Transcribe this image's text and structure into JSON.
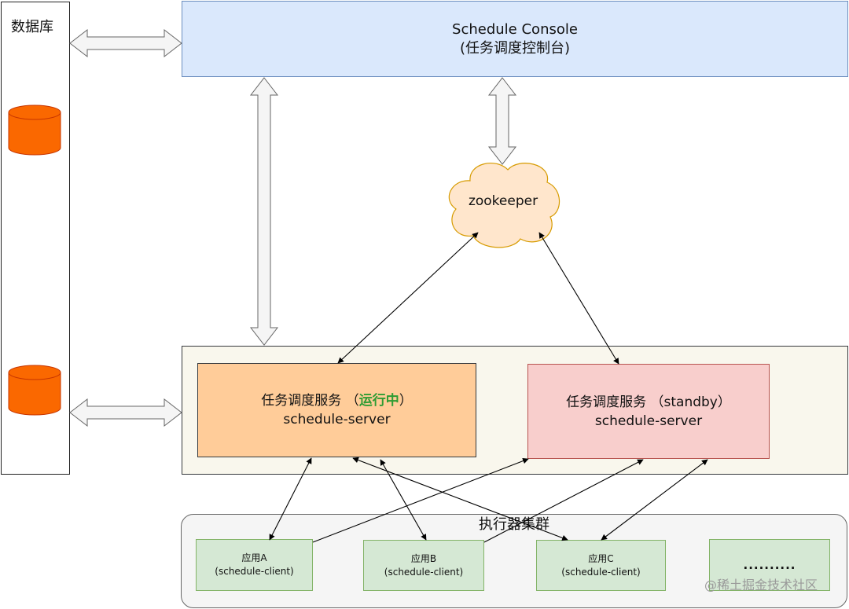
{
  "database": {
    "title": "数据库"
  },
  "console": {
    "title": "Schedule Console",
    "subtitle": "(任务调度控制台)"
  },
  "zookeeper": {
    "label": "zookeeper"
  },
  "servers": [
    {
      "name": "任务调度服务 （",
      "status": "运行中",
      "close": "）",
      "sub": "schedule-server"
    },
    {
      "name": "任务调度服务 （standby）",
      "sub": "schedule-server"
    }
  ],
  "cluster": {
    "title": "执行器集群",
    "apps": [
      {
        "name": "应用A",
        "sub": "(schedule-client)"
      },
      {
        "name": "应用B",
        "sub": "(schedule-client)"
      },
      {
        "name": "应用C",
        "sub": "(schedule-client)"
      },
      {
        "name": "..........",
        "sub": ""
      }
    ]
  },
  "watermark": "@稀土掘金技术社区",
  "colors": {
    "console_fill": "#dae8fc",
    "server_zone_fill": "#f9f7ed",
    "server_active_fill": "#ffcc99",
    "server_standby_fill": "#f8cecc",
    "running_text": "#2e9c33",
    "client_fill": "#d5e8d4",
    "zookeeper_fill": "#ffe6cc",
    "database_fill": "#fa6800"
  }
}
